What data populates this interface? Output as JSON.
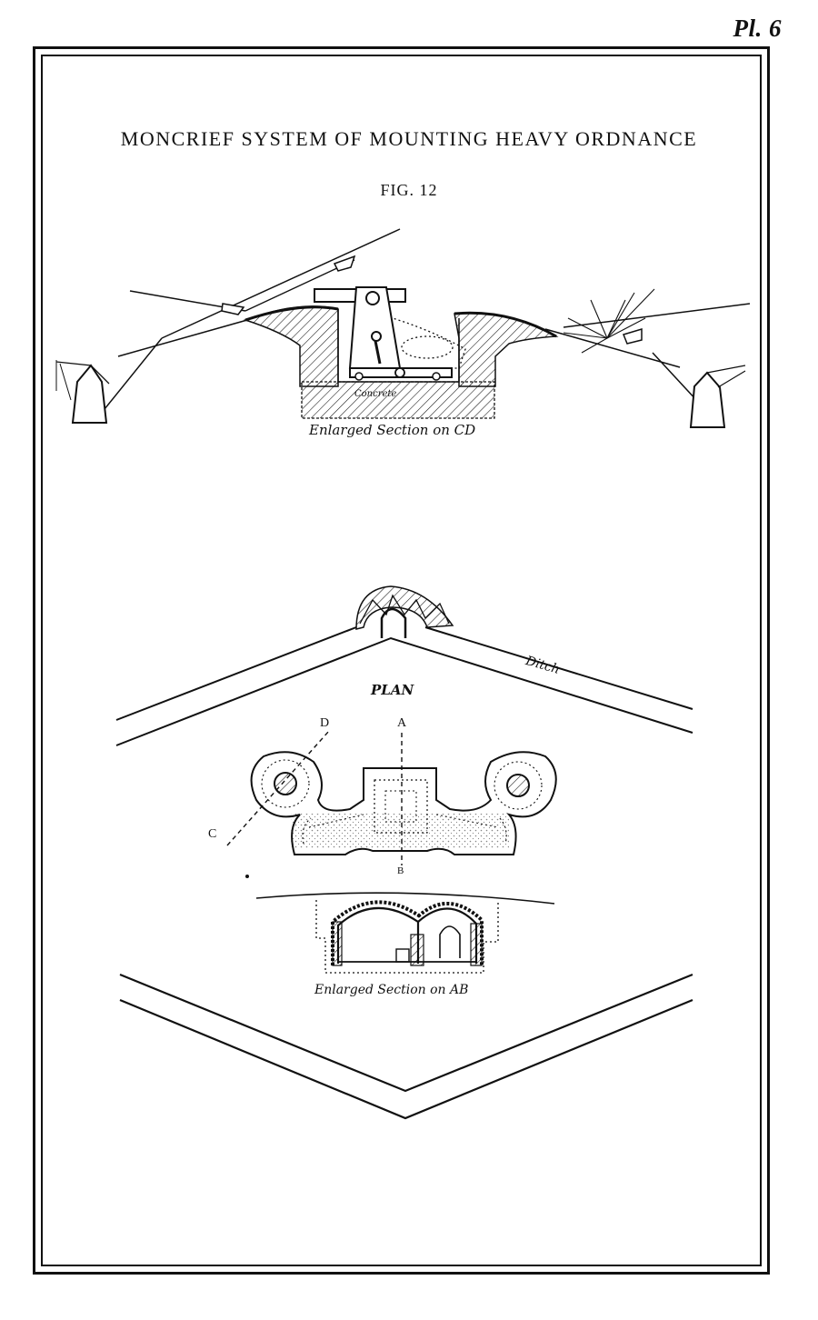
{
  "plate_number": "Pl. 6",
  "title": "MONCRIEF SYSTEM OF MOUNTING HEAVY ORDNANCE",
  "figure_label": "FIG. 12",
  "labels": {
    "section_cd_caption": "Enlarged Section on CD",
    "section_ab_caption": "Enlarged Section on AB",
    "plan": "PLAN",
    "ditch": "Ditch",
    "concrete": "Concrete",
    "point_a": "A",
    "point_b": "B",
    "point_c": "C",
    "point_d": "D"
  }
}
